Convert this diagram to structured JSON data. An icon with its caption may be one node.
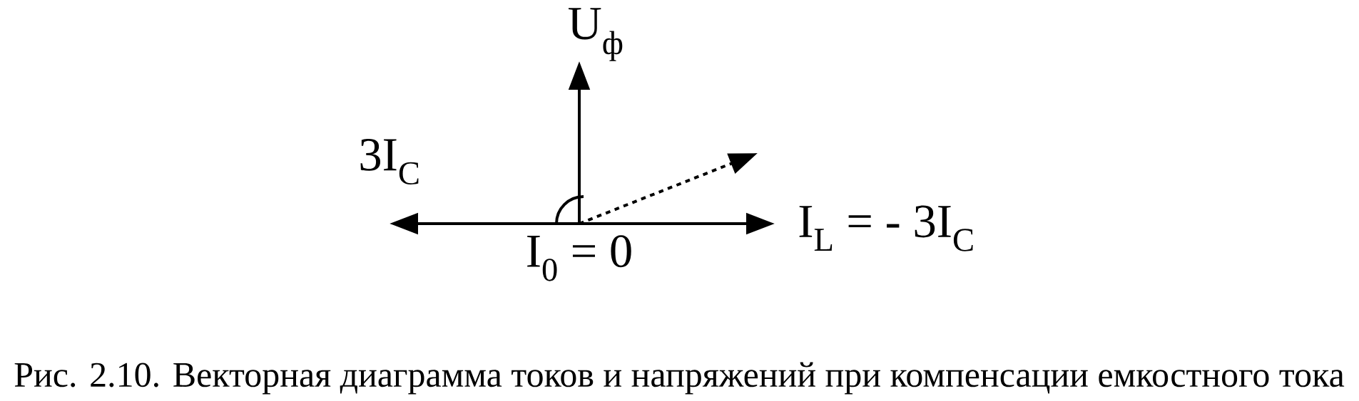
{
  "diagram": {
    "caption": "Рис. 2.10. Векторная диаграмма токов и напряжений при компенсации емкостного тока",
    "nodes": [
      {
        "text": [
          "I$_{0}$ = 0"
        ]
      },
      {
        "text": [
          "U$_{ф}$"
        ]
      },
      {
        "text": [
          "3I$_{C}$"
        ]
      },
      {
        "text": [
          "I$_{L}$ = - 3I$_{C}$"
        ]
      }
    ],
    "edges": [
      {
        "from": 0,
        "to": 1,
        "arrow": "to"
      },
      {
        "from": 0,
        "to": 2,
        "arrow": "to"
      },
      {
        "from": 0,
        "to": 3,
        "arrow": "to"
      },
      {
        "from": 0,
        "to": null,
        "arrow": "to",
        "style": "dashed"
      }
    ]
  }
}
